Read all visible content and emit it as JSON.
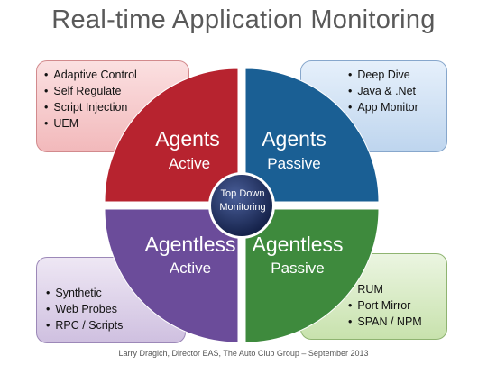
{
  "title": "Real-time Application Monitoring",
  "center": {
    "line1": "Top Down",
    "line2": "Monitoring"
  },
  "quadrants": {
    "top_left": {
      "title": "Agents",
      "subtitle": "Active",
      "color": "#b7232f",
      "items": [
        "Adaptive Control",
        "Self Regulate",
        "Script Injection",
        "UEM"
      ]
    },
    "top_right": {
      "title": "Agents",
      "subtitle": "Passive",
      "color": "#1a5f94",
      "items": [
        "Deep Dive",
        "Java & .Net",
        "App Monitor"
      ]
    },
    "bottom_left": {
      "title": "Agentless",
      "subtitle": "Active",
      "color": "#6b4c9a",
      "items": [
        "Synthetic",
        "Web Probes",
        "RPC / Scripts"
      ]
    },
    "bottom_right": {
      "title": "Agentless",
      "subtitle": "Passive",
      "color": "#3e8a3d",
      "items": [
        "RUM",
        "Port Mirror",
        "SPAN / NPM"
      ]
    }
  },
  "credit": "Larry Dragich, Director EAS, The Auto Club Group – September 2013"
}
